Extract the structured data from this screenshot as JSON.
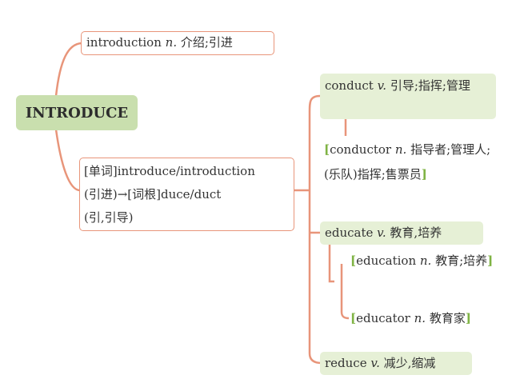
{
  "root": {
    "label": "INTRODUCE"
  },
  "introduction": {
    "word": "introduction",
    "pos": "n.",
    "meaning": "介绍;引进"
  },
  "etymology": {
    "tag1": "[单词]",
    "word_pair": "introduce/introduction",
    "meaning": "(引进)",
    "arrow": "→",
    "tag2": "[词根]",
    "root_pair": "duce/duct",
    "root_meaning": "(引,引导)"
  },
  "conduct": {
    "word": "conduct",
    "pos": "v.",
    "meaning": "引导;指挥;管理"
  },
  "conductor": {
    "open": "[",
    "word": "conductor",
    "pos": "n.",
    "meaning": "指导者;管理人;(乐队)指挥;售票员",
    "close": "]"
  },
  "educate": {
    "word": "educate",
    "pos": "v.",
    "meaning": "教育,培养"
  },
  "education": {
    "open": "[",
    "word": "education",
    "pos": "n.",
    "meaning": "教育;培养",
    "close": "]"
  },
  "educator": {
    "open": "[",
    "word": "educator",
    "pos": "n.",
    "meaning": "教育家",
    "close": "]"
  },
  "reduce": {
    "word": "reduce",
    "pos": "v.",
    "meaning": "减少,缩减"
  }
}
